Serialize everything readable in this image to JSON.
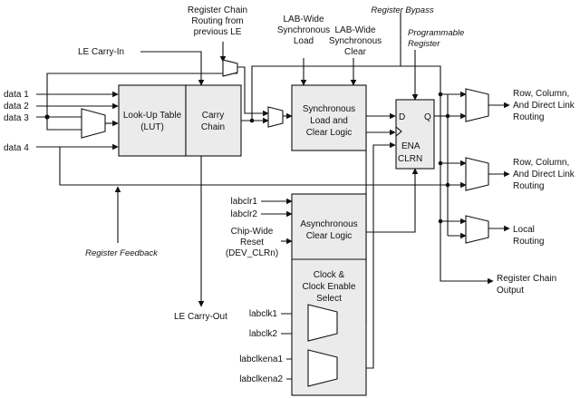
{
  "inputs": {
    "data1": "data 1",
    "data2": "data 2",
    "data3": "data 3",
    "data4": "data 4"
  },
  "lut": {
    "line1": "Look-Up Table",
    "line2": "(LUT)"
  },
  "carry_chain": {
    "line1": "Carry",
    "line2": "Chain"
  },
  "le_carry_in": "LE Carry-In",
  "le_carry_out": "LE Carry-Out",
  "register_chain_routing": {
    "line1": "Register Chain",
    "line2": "Routing from",
    "line3": "previous LE"
  },
  "lab_sync_load": {
    "line1": "LAB-Wide",
    "line2": "Synchronous",
    "line3": "Load"
  },
  "lab_sync_clear": {
    "line1": "LAB-Wide",
    "line2": "Synchronous",
    "line3": "Clear"
  },
  "register_bypass": "Register Bypass",
  "programmable_register": {
    "line1": "Programmable",
    "line2": "Register"
  },
  "sync_logic": {
    "line1": "Synchronous",
    "line2": "Load and",
    "line3": "Clear Logic"
  },
  "register": {
    "d": "D",
    "q": "Q",
    "ena": "ENA",
    "clrn": "CLRN"
  },
  "outputs": {
    "row1": {
      "line1": "Row, Column,",
      "line2": "And Direct Link",
      "line3": "Routing"
    },
    "row2": {
      "line1": "Row, Column,",
      "line2": "And Direct Link",
      "line3": "Routing"
    },
    "local": {
      "line1": "Local",
      "line2": "Routing"
    },
    "chain": {
      "line1": "Register  Chain",
      "line2": "Output"
    }
  },
  "register_feedback": "Register Feedback",
  "control": {
    "labclr1": "labclr1",
    "labclr2": "labclr2",
    "chip_reset": {
      "line1": "Chip-Wide",
      "line2": "Reset",
      "line3": "(DEV_CLRn)"
    },
    "async_clear": {
      "line1": "Asynchronous",
      "line2": "Clear Logic"
    },
    "clock_select": {
      "line1": "Clock &",
      "line2": "Clock Enable",
      "line3": "Select"
    },
    "labclk1": "labclk1",
    "labclk2": "labclk2",
    "labclkena1": "labclkena1",
    "labclkena2": "labclkena2"
  }
}
